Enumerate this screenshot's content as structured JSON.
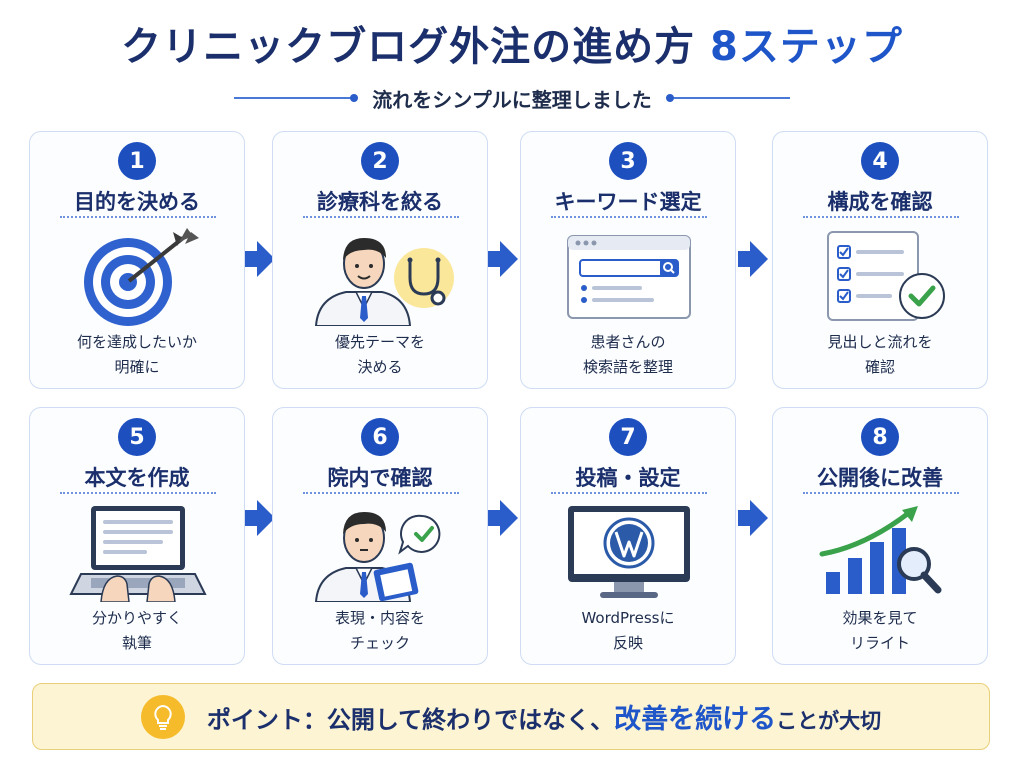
{
  "header": {
    "title_main": "クリニックブログ外注の進め方",
    "title_accent": "8ステップ",
    "subtitle": "流れをシンプルに整理しました"
  },
  "steps": [
    {
      "number": "1",
      "title": "目的を決める",
      "desc_line1": "何を達成したいか",
      "desc_line2": "明確に",
      "icon": "target-icon"
    },
    {
      "number": "2",
      "title": "診療科を絞る",
      "desc_line1": "優先テーマを",
      "desc_line2": "決める",
      "icon": "doctor-stethoscope-icon"
    },
    {
      "number": "3",
      "title": "キーワード選定",
      "desc_line1": "患者さんの",
      "desc_line2": "検索語を整理",
      "icon": "search-window-icon"
    },
    {
      "number": "4",
      "title": "構成を確認",
      "desc_line1": "見出しと流れを",
      "desc_line2": "確認",
      "icon": "checklist-icon"
    },
    {
      "number": "5",
      "title": "本文を作成",
      "desc_line1": "分かりやすく",
      "desc_line2": "執筆",
      "icon": "laptop-typing-icon"
    },
    {
      "number": "6",
      "title": "院内で確認",
      "desc_line1": "表現・内容を",
      "desc_line2": "チェック",
      "icon": "doctor-clipboard-icon"
    },
    {
      "number": "7",
      "title": "投稿・設定",
      "desc_line1": "WordPressに",
      "desc_line2": "反映",
      "icon": "wordpress-monitor-icon"
    },
    {
      "number": "8",
      "title": "公開後に改善",
      "desc_line1": "効果を見て",
      "desc_line2": "リライト",
      "icon": "growth-chart-icon"
    }
  ],
  "point": {
    "lead": "ポイント：公開して終わりではなく、",
    "highlight": "改善を続ける",
    "tail": "ことが大切",
    "icon": "lightbulb-icon"
  },
  "colors": {
    "primary": "#1d4fbf",
    "navy": "#1a2f6b",
    "card_border": "#cfdcf3",
    "point_bg": "#fdf4d3",
    "point_border": "#e9cf7a",
    "green": "#3aa24a"
  }
}
